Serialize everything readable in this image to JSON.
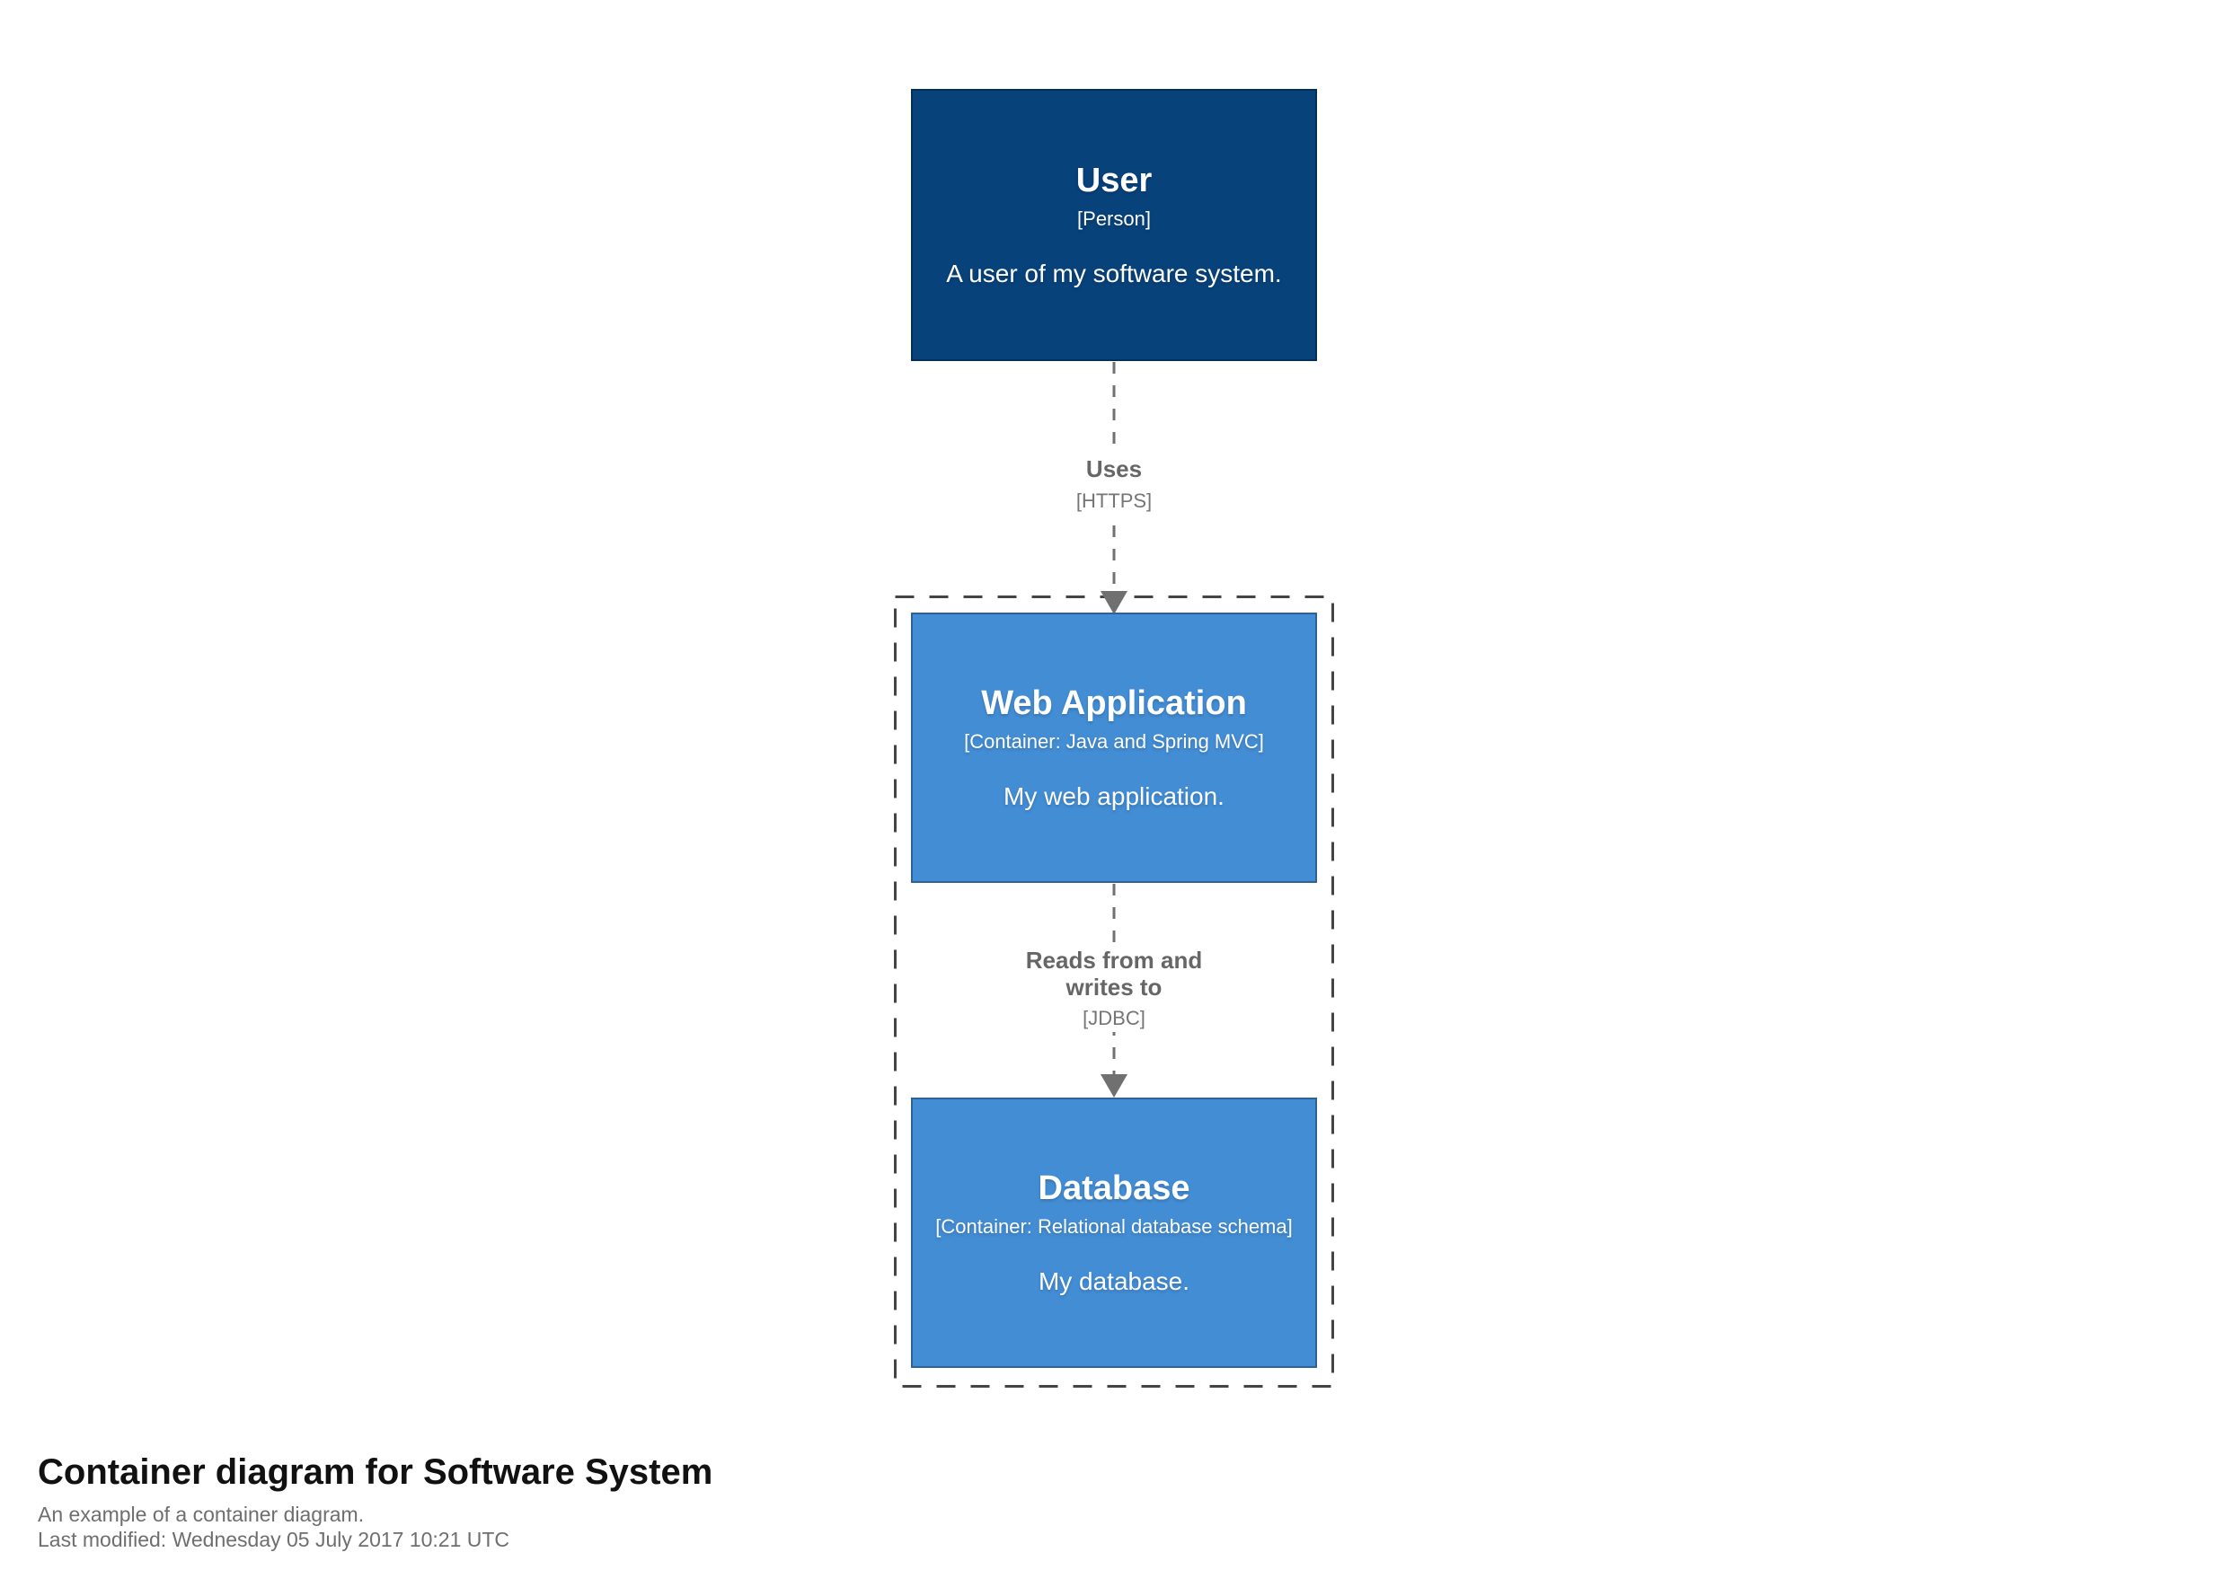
{
  "title": "Container diagram for Software System",
  "subtitle": "An example of a container diagram.",
  "last_modified": "Last modified: Wednesday 05 July 2017 10:21 UTC",
  "colors": {
    "person-fill": "#08427B",
    "person-stroke": "#052E56",
    "container-fill": "#438DD5",
    "container-stroke": "#2E6295",
    "relationship": "#707070",
    "boundary": "#444444",
    "title-text": "#111111",
    "muted-text": "#6E6E6E",
    "node-text": "#FFFFFF"
  },
  "nodes": {
    "user": {
      "name": "User",
      "meta": "[Person]",
      "description": "A user of my software system."
    },
    "web_app": {
      "name": "Web Application",
      "meta": "[Container: Java and Spring MVC]",
      "description": "My web application."
    },
    "database": {
      "name": "Database",
      "meta": "[Container: Relational database schema]",
      "description": "My database."
    }
  },
  "relationships": {
    "uses": {
      "label": "Uses",
      "technology": "[HTTPS]"
    },
    "reads_writes": {
      "label": "Reads from and writes to",
      "technology": "[JDBC]"
    }
  }
}
